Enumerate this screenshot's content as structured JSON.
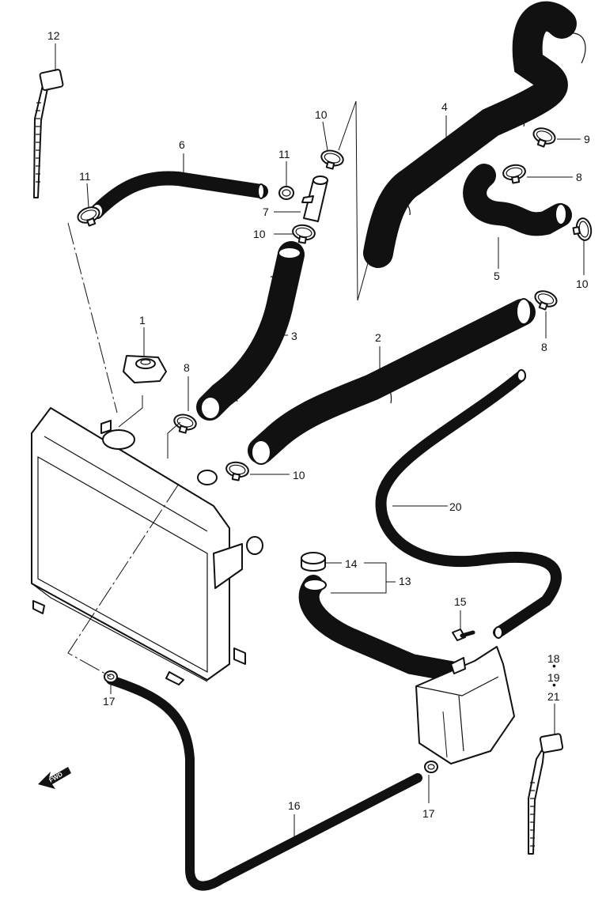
{
  "callouts": {
    "n1": "1",
    "n2": "2",
    "n3": "3",
    "n4": "4",
    "n5": "5",
    "n6": "6",
    "n7": "7",
    "n8a": "8",
    "n8b": "8",
    "n8c": "8",
    "n9": "9",
    "n10a": "10",
    "n10b": "10",
    "n10c": "10",
    "n10d": "10",
    "n11a": "11",
    "n11b": "11",
    "n12": "12",
    "n13": "13",
    "n14": "14",
    "n15": "15",
    "n16": "16",
    "n17a": "17",
    "n17b": "17",
    "n18": "18",
    "n19": "19",
    "n20": "20",
    "n21": "21"
  },
  "fwd_label": "FWD"
}
